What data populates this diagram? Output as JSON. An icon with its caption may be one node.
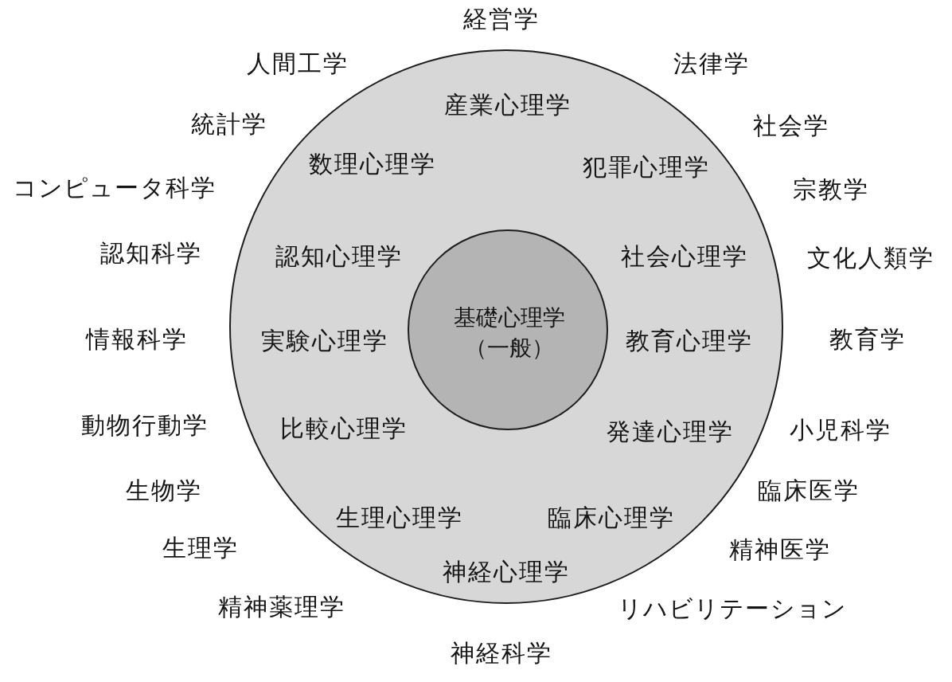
{
  "diagram": {
    "nodes": [
      {
        "text": [
          "産業心理学",
          "数理心理学",
          "犯罪心理学",
          "認知心理学",
          "社会心理学",
          "実験心理学",
          "教育心理学",
          "比較心理学",
          "発達心理学",
          "生理心理学",
          "臨床心理学",
          "神経心理学"
        ]
      },
      {
        "text": [
          "基礎心理学（一般）"
        ],
        "in": 0
      }
    ],
    "labels": [
      "経営学",
      "人間工学",
      "法律学",
      "統計学",
      "社会学",
      "コンピュータ科学",
      "宗教学",
      "認知科学",
      "文化人類学",
      "情報科学",
      "教育学",
      "動物行動学",
      "小児科学",
      "生物学",
      "臨床医学",
      "生理学",
      "精神医学",
      "精神薬理学",
      "リハビリテーション",
      "神経科学"
    ]
  }
}
